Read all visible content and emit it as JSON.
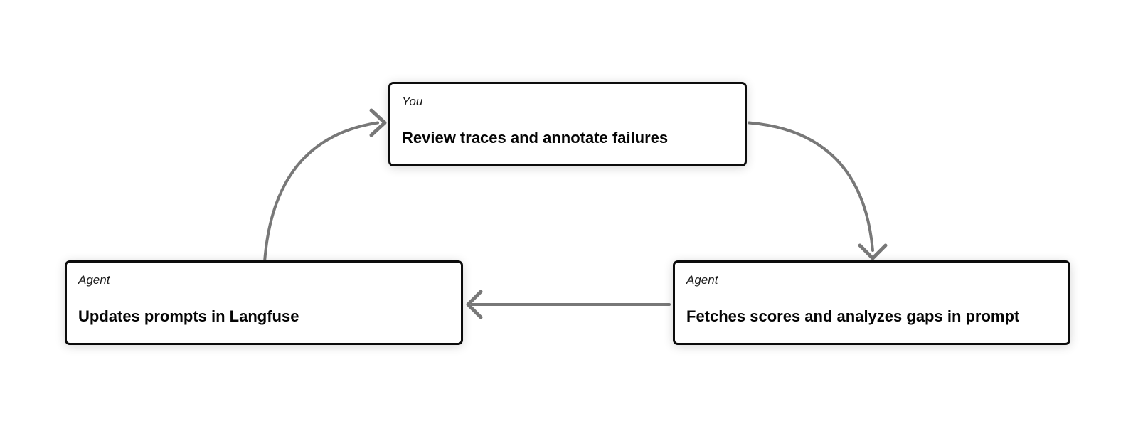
{
  "diagram": {
    "nodes": [
      {
        "id": "review-traces",
        "actor": "You",
        "title": "Review traces and annotate failures"
      },
      {
        "id": "fetch-scores",
        "actor": "Agent",
        "title": "Fetches scores and analyzes gaps in prompt"
      },
      {
        "id": "update-prompts",
        "actor": "Agent",
        "title": "Updates prompts in Langfuse"
      }
    ],
    "edges": [
      {
        "from": "review-traces",
        "to": "fetch-scores"
      },
      {
        "from": "fetch-scores",
        "to": "update-prompts"
      },
      {
        "from": "update-prompts",
        "to": "review-traces"
      }
    ]
  },
  "colors": {
    "page_background": "#ffffff",
    "box_border": "#0c0c0c",
    "box_background": "#ffffff",
    "arrow": "#787878",
    "actor_text": "#1a1a1a",
    "title_text": "#050505"
  }
}
